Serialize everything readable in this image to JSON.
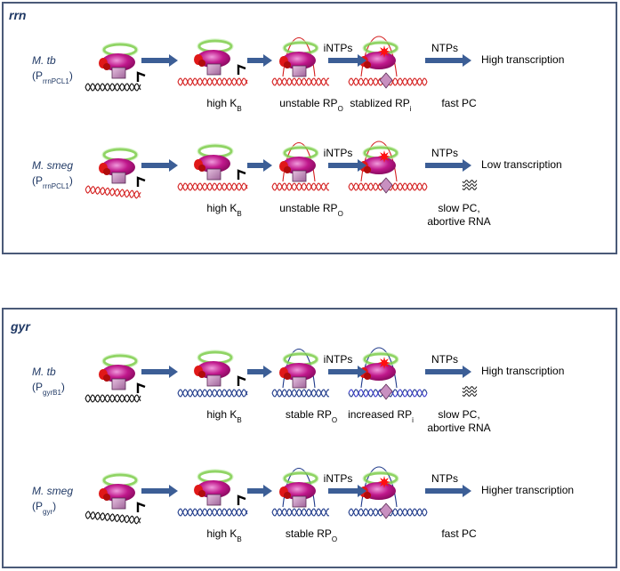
{
  "panels": [
    {
      "title": "rrn",
      "rows": [
        {
          "organism": "M. tb",
          "promoter": {
            "base": "P",
            "sub": "rrnPCL1"
          },
          "dna_color": "#d42020",
          "template_color": "#111111",
          "stages": [
            {
              "base": "high K",
              "sub": "B"
            },
            {
              "base": "unstable RP",
              "sub": "O"
            },
            {
              "base": "stablized  RP",
              "sub": "i"
            },
            {
              "base": "fast PC",
              "sub": ""
            }
          ],
          "arrow_labels": [
            "",
            "",
            "iNTPs",
            "NTPs"
          ],
          "outcome": "High transcription",
          "abortive": false
        },
        {
          "organism": "M. smeg",
          "promoter": {
            "base": "P",
            "sub": "rrnPCL1"
          },
          "dna_color": "#d42020",
          "template_color": "#d42020",
          "stages": [
            {
              "base": "high K",
              "sub": "B"
            },
            {
              "base": "unstable RP",
              "sub": "O"
            },
            {
              "base": "",
              "sub": ""
            },
            {
              "base": "slow PC,",
              "sub": ""
            }
          ],
          "extra_line": "abortive RNA",
          "arrow_labels": [
            "",
            "",
            "iNTPs",
            "NTPs"
          ],
          "outcome": "Low  transcription",
          "abortive": true
        }
      ]
    },
    {
      "title": "gyr",
      "rows": [
        {
          "organism": "M. tb",
          "promoter": {
            "base": "P",
            "sub": "gyrB1"
          },
          "dna_color": "#1f3a8a",
          "template_color": "#111111",
          "stages": [
            {
              "base": "high K",
              "sub": "B"
            },
            {
              "base": "stable RP",
              "sub": "O"
            },
            {
              "base": "increased  RP",
              "sub": "i"
            },
            {
              "base": "slow PC,",
              "sub": ""
            }
          ],
          "extra_line": "abortive RNA",
          "arrow_labels": [
            "",
            "",
            "iNTPs",
            "NTPs"
          ],
          "outcome": "High transcription",
          "abortive": true
        },
        {
          "organism": "M. smeg",
          "promoter": {
            "base": "P",
            "sub": "gyr"
          },
          "dna_color": "#1f3a8a",
          "template_color": "#111111",
          "stages": [
            {
              "base": "high K",
              "sub": "B"
            },
            {
              "base": "stable RP",
              "sub": "O"
            },
            {
              "base": "",
              "sub": ""
            },
            {
              "base": "fast PC",
              "sub": ""
            }
          ],
          "arrow_labels": [
            "",
            "",
            "iNTPs",
            "NTPs"
          ],
          "outcome": "Higher  transcription",
          "abortive": false
        }
      ]
    }
  ],
  "colors": {
    "panel_border": "#4a5a78",
    "arrow": "#3c5e96",
    "rnap_core": "#c0188c",
    "rnap_highlight": "#f09adc",
    "sigma_ring": "#7ccc4a",
    "red_subunit": "#e01818",
    "box_fill": "#c890c0",
    "diamond_fill": "#c890c0",
    "star": "#ff1010",
    "text_dark": "#1f3864"
  }
}
